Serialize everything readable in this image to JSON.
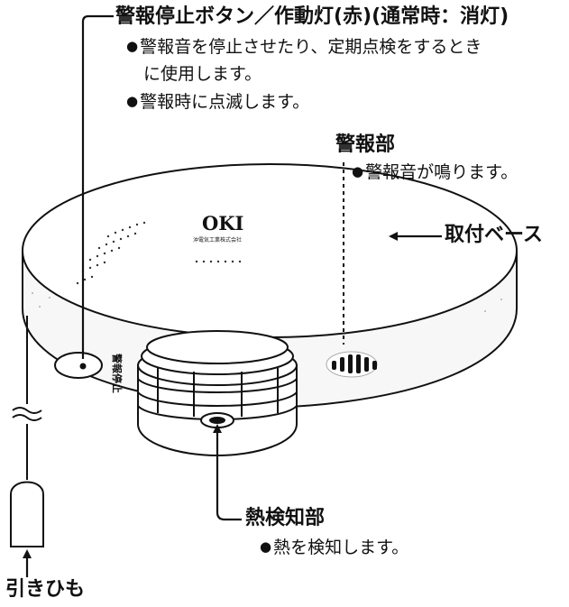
{
  "logo": {
    "brand": "OKI",
    "subtitle": "沖電気工業株式会社"
  },
  "device_markings": {
    "button_mark": "警報停止"
  },
  "callouts": {
    "stop_button": {
      "title": "警報停止ボタン／作動灯(赤)(通常時：消灯)",
      "notes": [
        "警報音を停止させたり、定期点検をするとき",
        "に使用します。",
        "警報時に点滅します。"
      ]
    },
    "alarm": {
      "title": "警報部",
      "note": "警報音が鳴ります。"
    },
    "base": {
      "title": "取付ベース"
    },
    "heat_sensor": {
      "title": "熱検知部",
      "note": "熱を検知します。"
    },
    "pull_cord": {
      "title": "引きひも"
    }
  }
}
